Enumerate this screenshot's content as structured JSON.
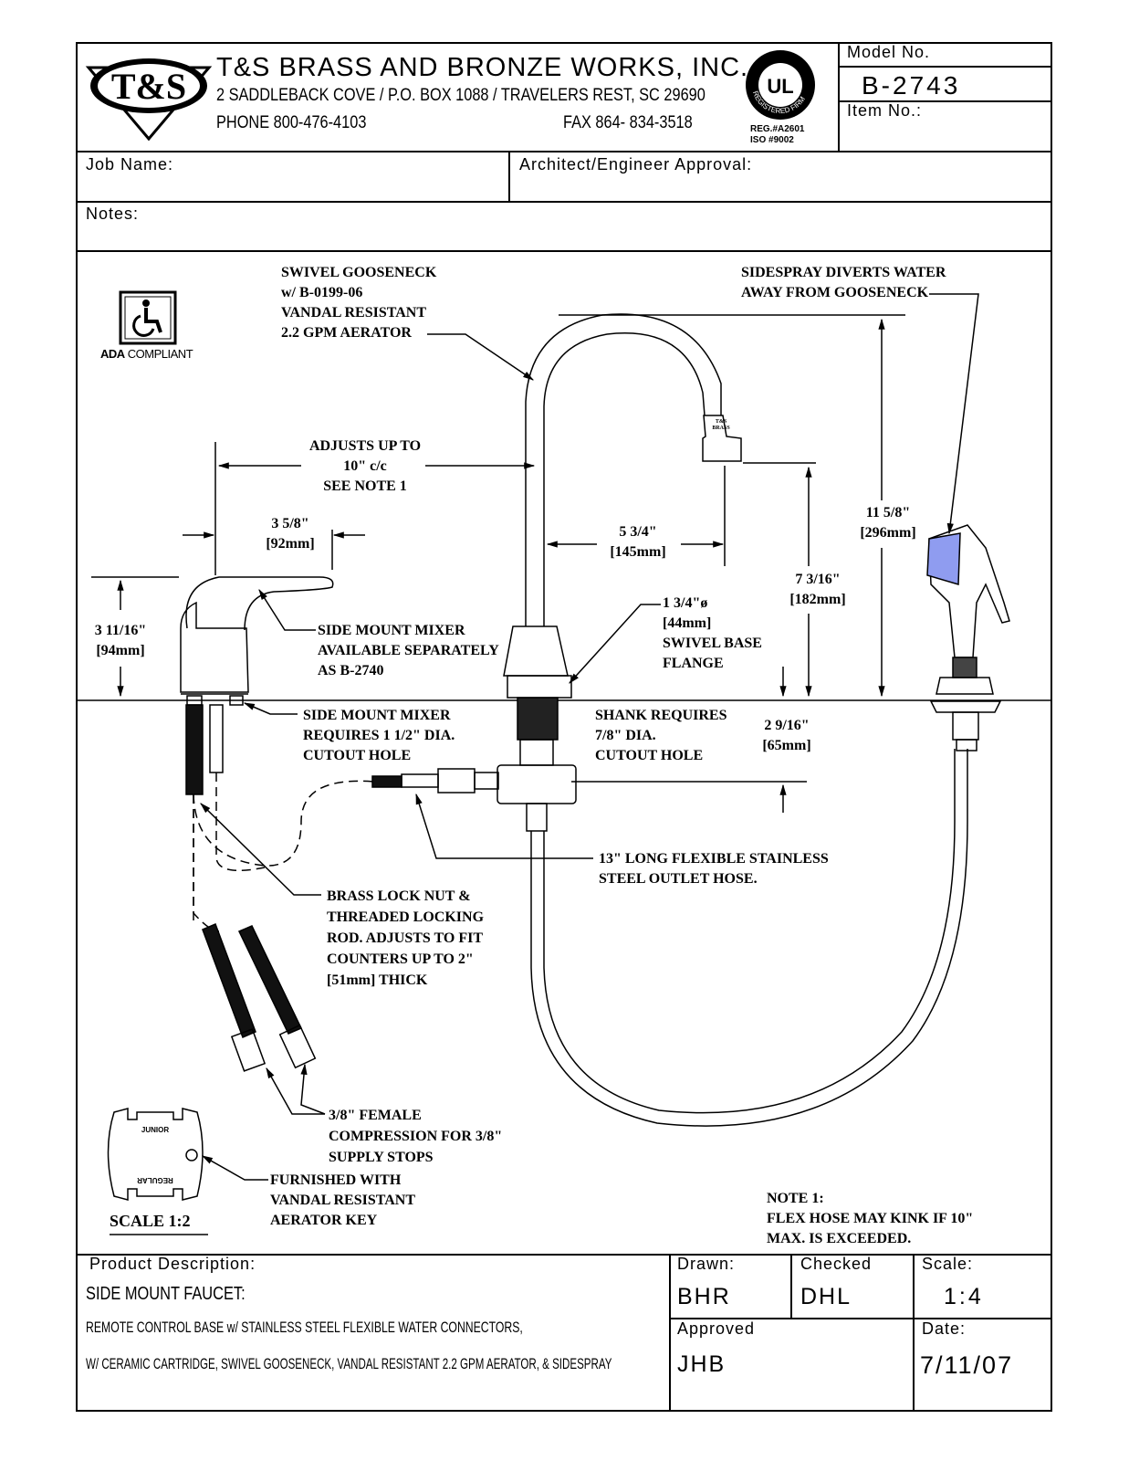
{
  "company": {
    "logo_text": "T&S",
    "name": "T&S BRASS AND BRONZE WORKS, INC.",
    "address": "2 SADDLEBACK COVE / P.O. BOX 1088 / TRAVELERS REST, SC 29690",
    "phone": "PHONE 800-476-4103",
    "fax": "FAX  864- 834-3518",
    "ul_mark": "UL",
    "ul_ring_text": "REGISTERED FIRM",
    "reg_line1": "REG.#A2601",
    "reg_line2": "ISO  #9002"
  },
  "model": {
    "label": "Model No.",
    "value": "B-2743",
    "item_label": "Item No.:"
  },
  "fields": {
    "job_name": "Job Name:",
    "approval": "Architect/Engineer Approval:",
    "notes": "Notes:"
  },
  "ada": {
    "label_bold": "ADA",
    "label_rest": "COMPLIANT"
  },
  "callouts": {
    "gooseneck": [
      "SWIVEL GOOSENECK",
      "w/ B-0199-06",
      "VANDAL RESISTANT",
      "2.2 GPM AERATOR"
    ],
    "sidespray": [
      "SIDESPRAY DIVERTS WATER",
      "AWAY FROM GOOSENECK"
    ],
    "adjusts": [
      "ADJUSTS UP TO",
      "10\" c/c",
      "SEE NOTE 1"
    ],
    "mixer_available": [
      "SIDE MOUNT MIXER",
      "AVAILABLE SEPARATELY",
      "AS B-2740"
    ],
    "flange": [
      "1 3/4\"ø",
      "[44mm]",
      "SWIVEL BASE",
      "FLANGE"
    ],
    "mixer_cutout": [
      "SIDE MOUNT MIXER",
      "REQUIRES 1 1/2\" DIA.",
      "CUTOUT HOLE"
    ],
    "shank": [
      "SHANK REQUIRES",
      "7/8\" DIA.",
      "CUTOUT HOLE"
    ],
    "outlet_hose": [
      "13\" LONG FLEXIBLE STAINLESS",
      "STEEL OUTLET HOSE."
    ],
    "lock_nut": [
      "BRASS LOCK NUT &",
      "THREADED LOCKING",
      "ROD. ADJUSTS TO FIT",
      "COUNTERS UP TO 2\"",
      "[51mm] THICK"
    ],
    "female": [
      "3/8\" FEMALE",
      "COMPRESSION FOR 3/8\"",
      "SUPPLY STOPS"
    ],
    "aerator_key": [
      "FURNISHED WITH",
      "VANDAL RESISTANT",
      "AERATOR KEY"
    ],
    "note1": [
      "NOTE 1:",
      "FLEX HOSE MAY KINK IF 10\"",
      "MAX. IS EXCEEDED."
    ],
    "key_top": "JUNIOR",
    "key_bottom": "REGULAR",
    "spout_stamp": [
      "T&S",
      "BRASS"
    ]
  },
  "dimensions": {
    "d1": [
      "3 5/8\"",
      "[92mm]"
    ],
    "d2": [
      "5 3/4\"",
      "[145mm]"
    ],
    "d3": [
      "11 5/8\"",
      "[296mm]"
    ],
    "d4": [
      "7 3/16\"",
      "[182mm]"
    ],
    "d5": [
      "3 11/16\"",
      "[94mm]"
    ],
    "d6": [
      "2 9/16\"",
      "[65mm]"
    ]
  },
  "scale_label": "SCALE 1:2",
  "title_block": {
    "product_label": "Product Description:",
    "product_title": "SIDE MOUNT FAUCET:",
    "desc_line1": "REMOTE CONTROL BASE w/ STAINLESS STEEL FLEXIBLE WATER CONNECTORS,",
    "desc_line2": "W/ CERAMIC CARTRIDGE, SWIVEL GOOSENECK, VANDAL RESISTANT 2.2 GPM AERATOR, & SIDESPRAY",
    "drawn_label": "Drawn:",
    "drawn": "BHR",
    "checked_label": "Checked",
    "checked": "DHL",
    "scale_label": "Scale:",
    "scale": "1:4",
    "approved_label": "Approved",
    "approved": "JHB",
    "date_label": "Date:",
    "date": "7/11/07"
  },
  "colors": {
    "line": "#000000",
    "sidespray_band": "#8f9cf0"
  }
}
